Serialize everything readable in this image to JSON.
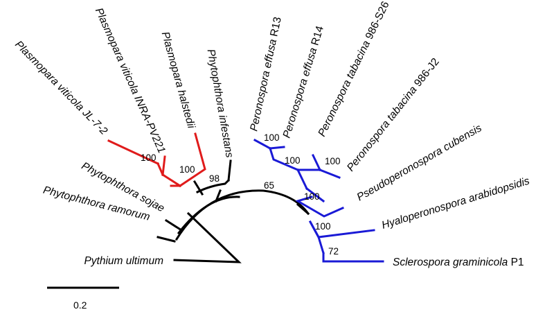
{
  "colors": {
    "plasmopara_clade": "#e01b1b",
    "peronospora_clade": "#1a1ad6",
    "backbone": "#000000"
  },
  "taxa": [
    {
      "id": "pv_jl",
      "name": "Plasmopara viticola JL-7-2"
    },
    {
      "id": "pv_inra",
      "name": "Plasmopara viticola INRA-PV221"
    },
    {
      "id": "ph",
      "name": "Plasmopara halstedii"
    },
    {
      "id": "pi",
      "name": "Phytophthora infestans"
    },
    {
      "id": "pe13",
      "name": "Peronospora effusa",
      "suffix": " R13"
    },
    {
      "id": "pe14",
      "name": "Peronospora effusa",
      "suffix": " R14"
    },
    {
      "id": "pt26",
      "name": "Peronospora tabacina",
      "suffix": " 986-S26"
    },
    {
      "id": "ptj2",
      "name": "Peronospora tabacina",
      "suffix": " 986-J2"
    },
    {
      "id": "pc",
      "name": "Pseudoperonospora cubensis"
    },
    {
      "id": "ha",
      "name": "Hyaloperonospora arabidopsidis"
    },
    {
      "id": "sg",
      "name": "Sclerospora graminicola",
      "suffix": " P1"
    },
    {
      "id": "ps",
      "name": "Phytophthora sojae"
    },
    {
      "id": "pr",
      "name": "Phytophthora ramorum"
    },
    {
      "id": "pu",
      "name": "Pythium ultimum"
    }
  ],
  "support_values": [
    "100",
    "100",
    "98",
    "100",
    "100",
    "100",
    "65",
    "100",
    "100",
    "72"
  ],
  "scale_bar": {
    "value": 0.2,
    "label": "0.2"
  }
}
